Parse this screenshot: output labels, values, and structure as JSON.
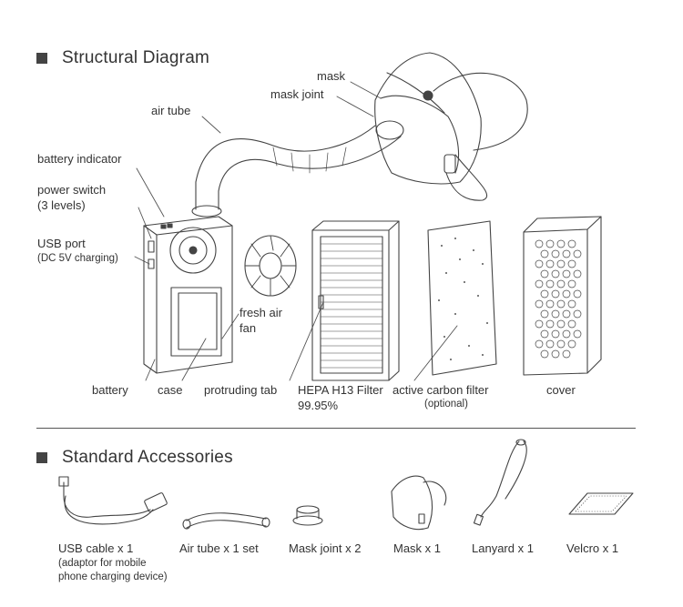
{
  "sections": {
    "structural": "Structural Diagram",
    "accessories": "Standard Accessories"
  },
  "labels": {
    "mask": "mask",
    "mask_joint": "mask joint",
    "air_tube": "air tube",
    "battery_indicator": "battery indicator",
    "power_switch": "power switch",
    "power_switch_levels": "(3 levels)",
    "usb_port": "USB port",
    "usb_port_note": "(DC 5V charging)",
    "fresh_air_fan_1": "fresh air",
    "fresh_air_fan_2": "fan",
    "battery": "battery",
    "case": "case",
    "protruding_tab": "protruding tab",
    "hepa_filter": "HEPA H13 Filter",
    "hepa_rating": "99.95%",
    "carbon_filter": "active carbon filter",
    "carbon_optional": "(optional)",
    "cover": "cover"
  },
  "accessories": {
    "usb_cable": "USB cable x 1",
    "usb_cable_note_1": "(adaptor for mobile",
    "usb_cable_note_2": "phone charging device)",
    "air_tube": "Air tube x 1 set",
    "mask_joint": "Mask joint x 2",
    "mask": "Mask x 1",
    "lanyard": "Lanyard x 1",
    "velcro": "Velcro x 1"
  }
}
